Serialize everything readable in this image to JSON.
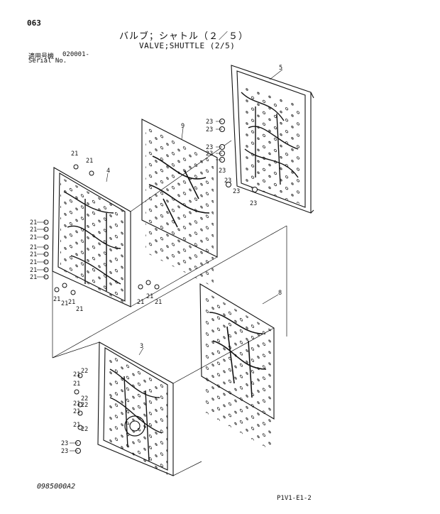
{
  "header": {
    "page_number": "063",
    "title_jp": "バルブ；シャトル（２／５）",
    "title_en": "VALVE;SHUTTLE (2/5)",
    "serial_label_jp": "適用号機",
    "serial_value": "020001-",
    "serial_label_en": "Serial No."
  },
  "footer": {
    "doc_code": "0985000A2",
    "page_code": "P1V1-E1-2"
  },
  "callouts": {
    "part_3": "3",
    "part_4": "4",
    "part_5": "5",
    "part_8": "8",
    "part_9": "9",
    "part_21": "21",
    "part_22": "22",
    "part_23": "23"
  }
}
